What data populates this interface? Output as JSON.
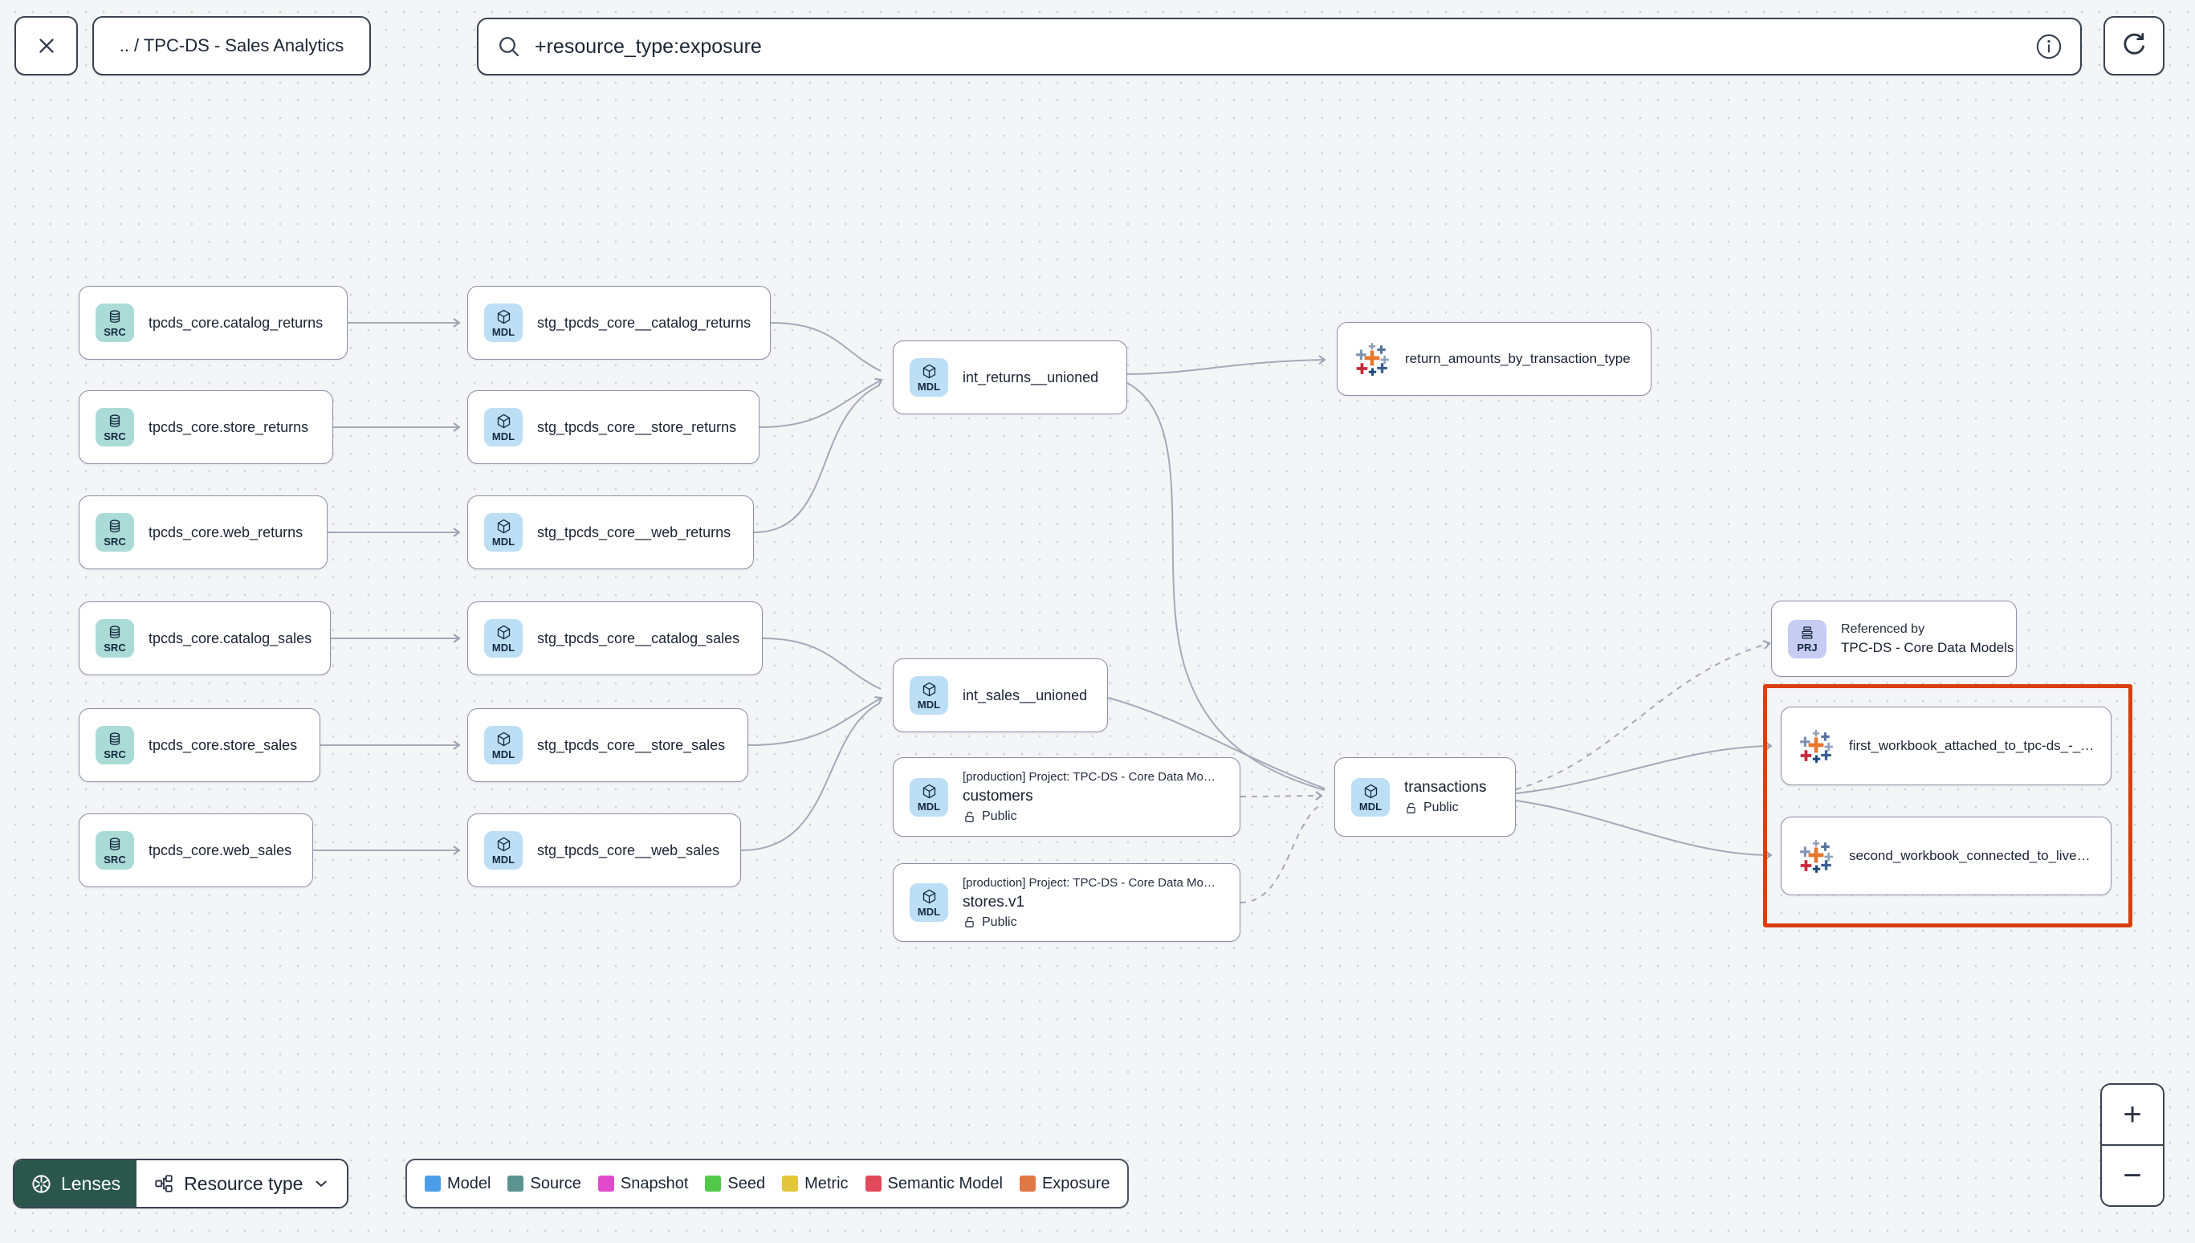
{
  "header": {
    "breadcrumb": ".. / TPC-DS - Sales Analytics",
    "search": {
      "value": "+resource_type:exposure"
    }
  },
  "badges": {
    "source": "SRC",
    "model": "MDL",
    "project": "PRJ"
  },
  "nodes": {
    "sources": [
      {
        "label": "tpcds_core.catalog_returns"
      },
      {
        "label": "tpcds_core.store_returns"
      },
      {
        "label": "tpcds_core.web_returns"
      },
      {
        "label": "tpcds_core.catalog_sales"
      },
      {
        "label": "tpcds_core.store_sales"
      },
      {
        "label": "tpcds_core.web_sales"
      }
    ],
    "staging": [
      {
        "label": "stg_tpcds_core__catalog_returns"
      },
      {
        "label": "stg_tpcds_core__store_returns"
      },
      {
        "label": "stg_tpcds_core__web_returns"
      },
      {
        "label": "stg_tpcds_core__catalog_sales"
      },
      {
        "label": "stg_tpcds_core__store_sales"
      },
      {
        "label": "stg_tpcds_core__web_sales"
      }
    ],
    "int_returns": {
      "label": "int_returns__unioned"
    },
    "int_sales": {
      "label": "int_sales__unioned"
    },
    "customers": {
      "project": "[production] Project: TPC-DS - Core Data Mo…",
      "label": "customers",
      "access": "Public"
    },
    "stores": {
      "project": "[production] Project: TPC-DS - Core Data Mo…",
      "label": "stores.v1",
      "access": "Public"
    },
    "transactions": {
      "label": "transactions",
      "access": "Public"
    },
    "referenced_by": {
      "title": "Referenced by",
      "label": "TPC-DS - Core Data Models"
    },
    "exposure_return_amounts": {
      "label": "return_amounts_by_transaction_type"
    },
    "exposure_first_workbook": {
      "label": "first_workbook_attached_to_tpc-ds_-_…"
    },
    "exposure_second_workbook": {
      "label": "second_workbook_connected_to_live…"
    }
  },
  "footer": {
    "lenses_label": "Lenses",
    "resource_type_label": "Resource type",
    "legend": [
      {
        "label": "Model",
        "color": "#4A9DE8"
      },
      {
        "label": "Source",
        "color": "#5A938F"
      },
      {
        "label": "Snapshot",
        "color": "#DF4BCB"
      },
      {
        "label": "Seed",
        "color": "#50C94B"
      },
      {
        "label": "Metric",
        "color": "#E3C63D"
      },
      {
        "label": "Semantic Model",
        "color": "#E2495B"
      },
      {
        "label": "Exposure",
        "color": "#DE7845"
      }
    ],
    "zoom_in_label": "+",
    "zoom_out_label": "−"
  },
  "colors": {
    "highlight_box": "#D8400F"
  }
}
